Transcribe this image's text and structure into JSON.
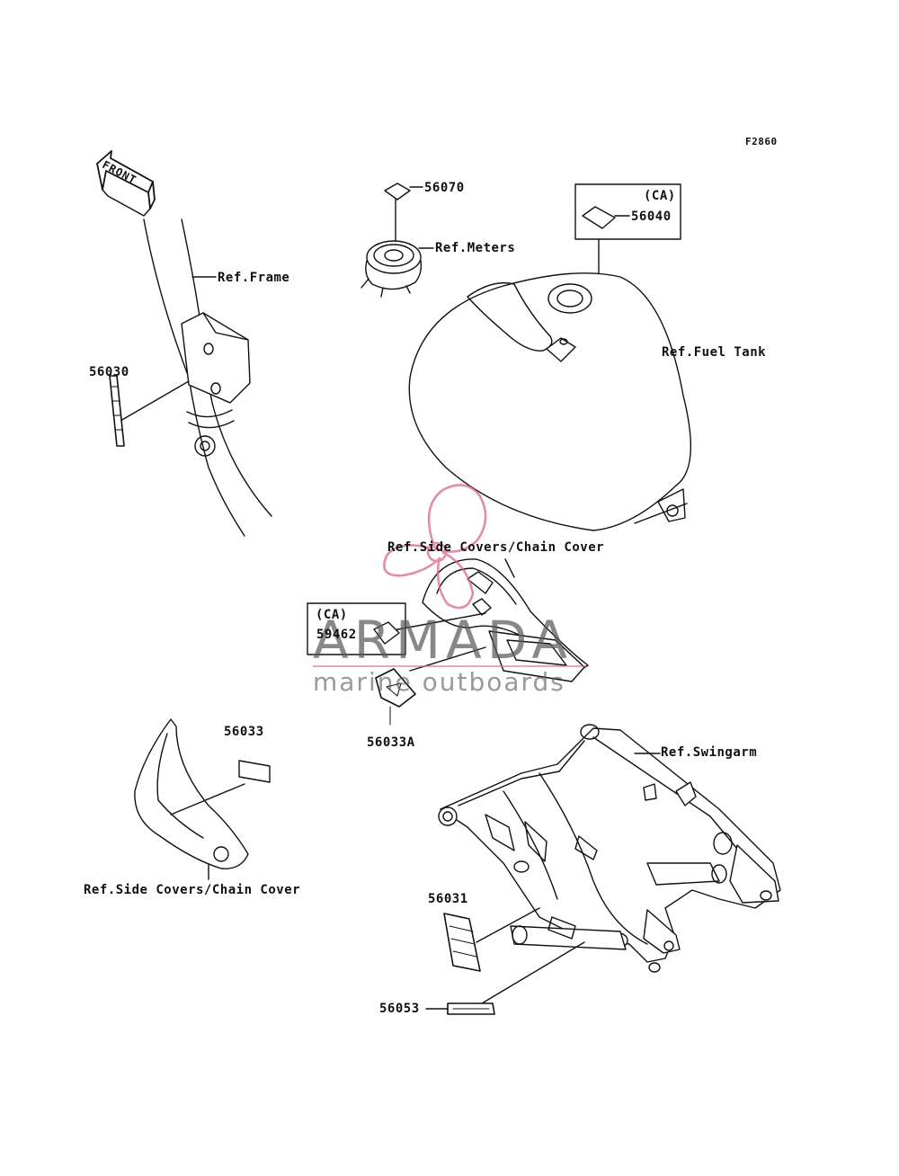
{
  "figure_code": "F2860",
  "front_arrow_text": "FRONT",
  "labels": {
    "part_56070": "56070",
    "ref_meters": "Ref.Meters",
    "ca_56040": "(CA)",
    "part_56040": "56040",
    "ref_frame": "Ref.Frame",
    "ref_fuel_tank": "Ref.Fuel Tank",
    "part_56030": "56030",
    "ref_side_covers_top": "Ref.Side Covers/Chain Cover",
    "ca_59462": "(CA)",
    "part_59462": "59462",
    "part_56033a": "56033A",
    "part_56033": "56033",
    "ref_swingarm": "Ref.Swingarm",
    "ref_side_covers_bottom": "Ref.Side Covers/Chain Cover",
    "part_56031": "56031",
    "part_56053": "56053"
  },
  "watermark": {
    "title": "ARMADA",
    "subtitle": "marine outboards",
    "logo_color": "#d9678f"
  }
}
